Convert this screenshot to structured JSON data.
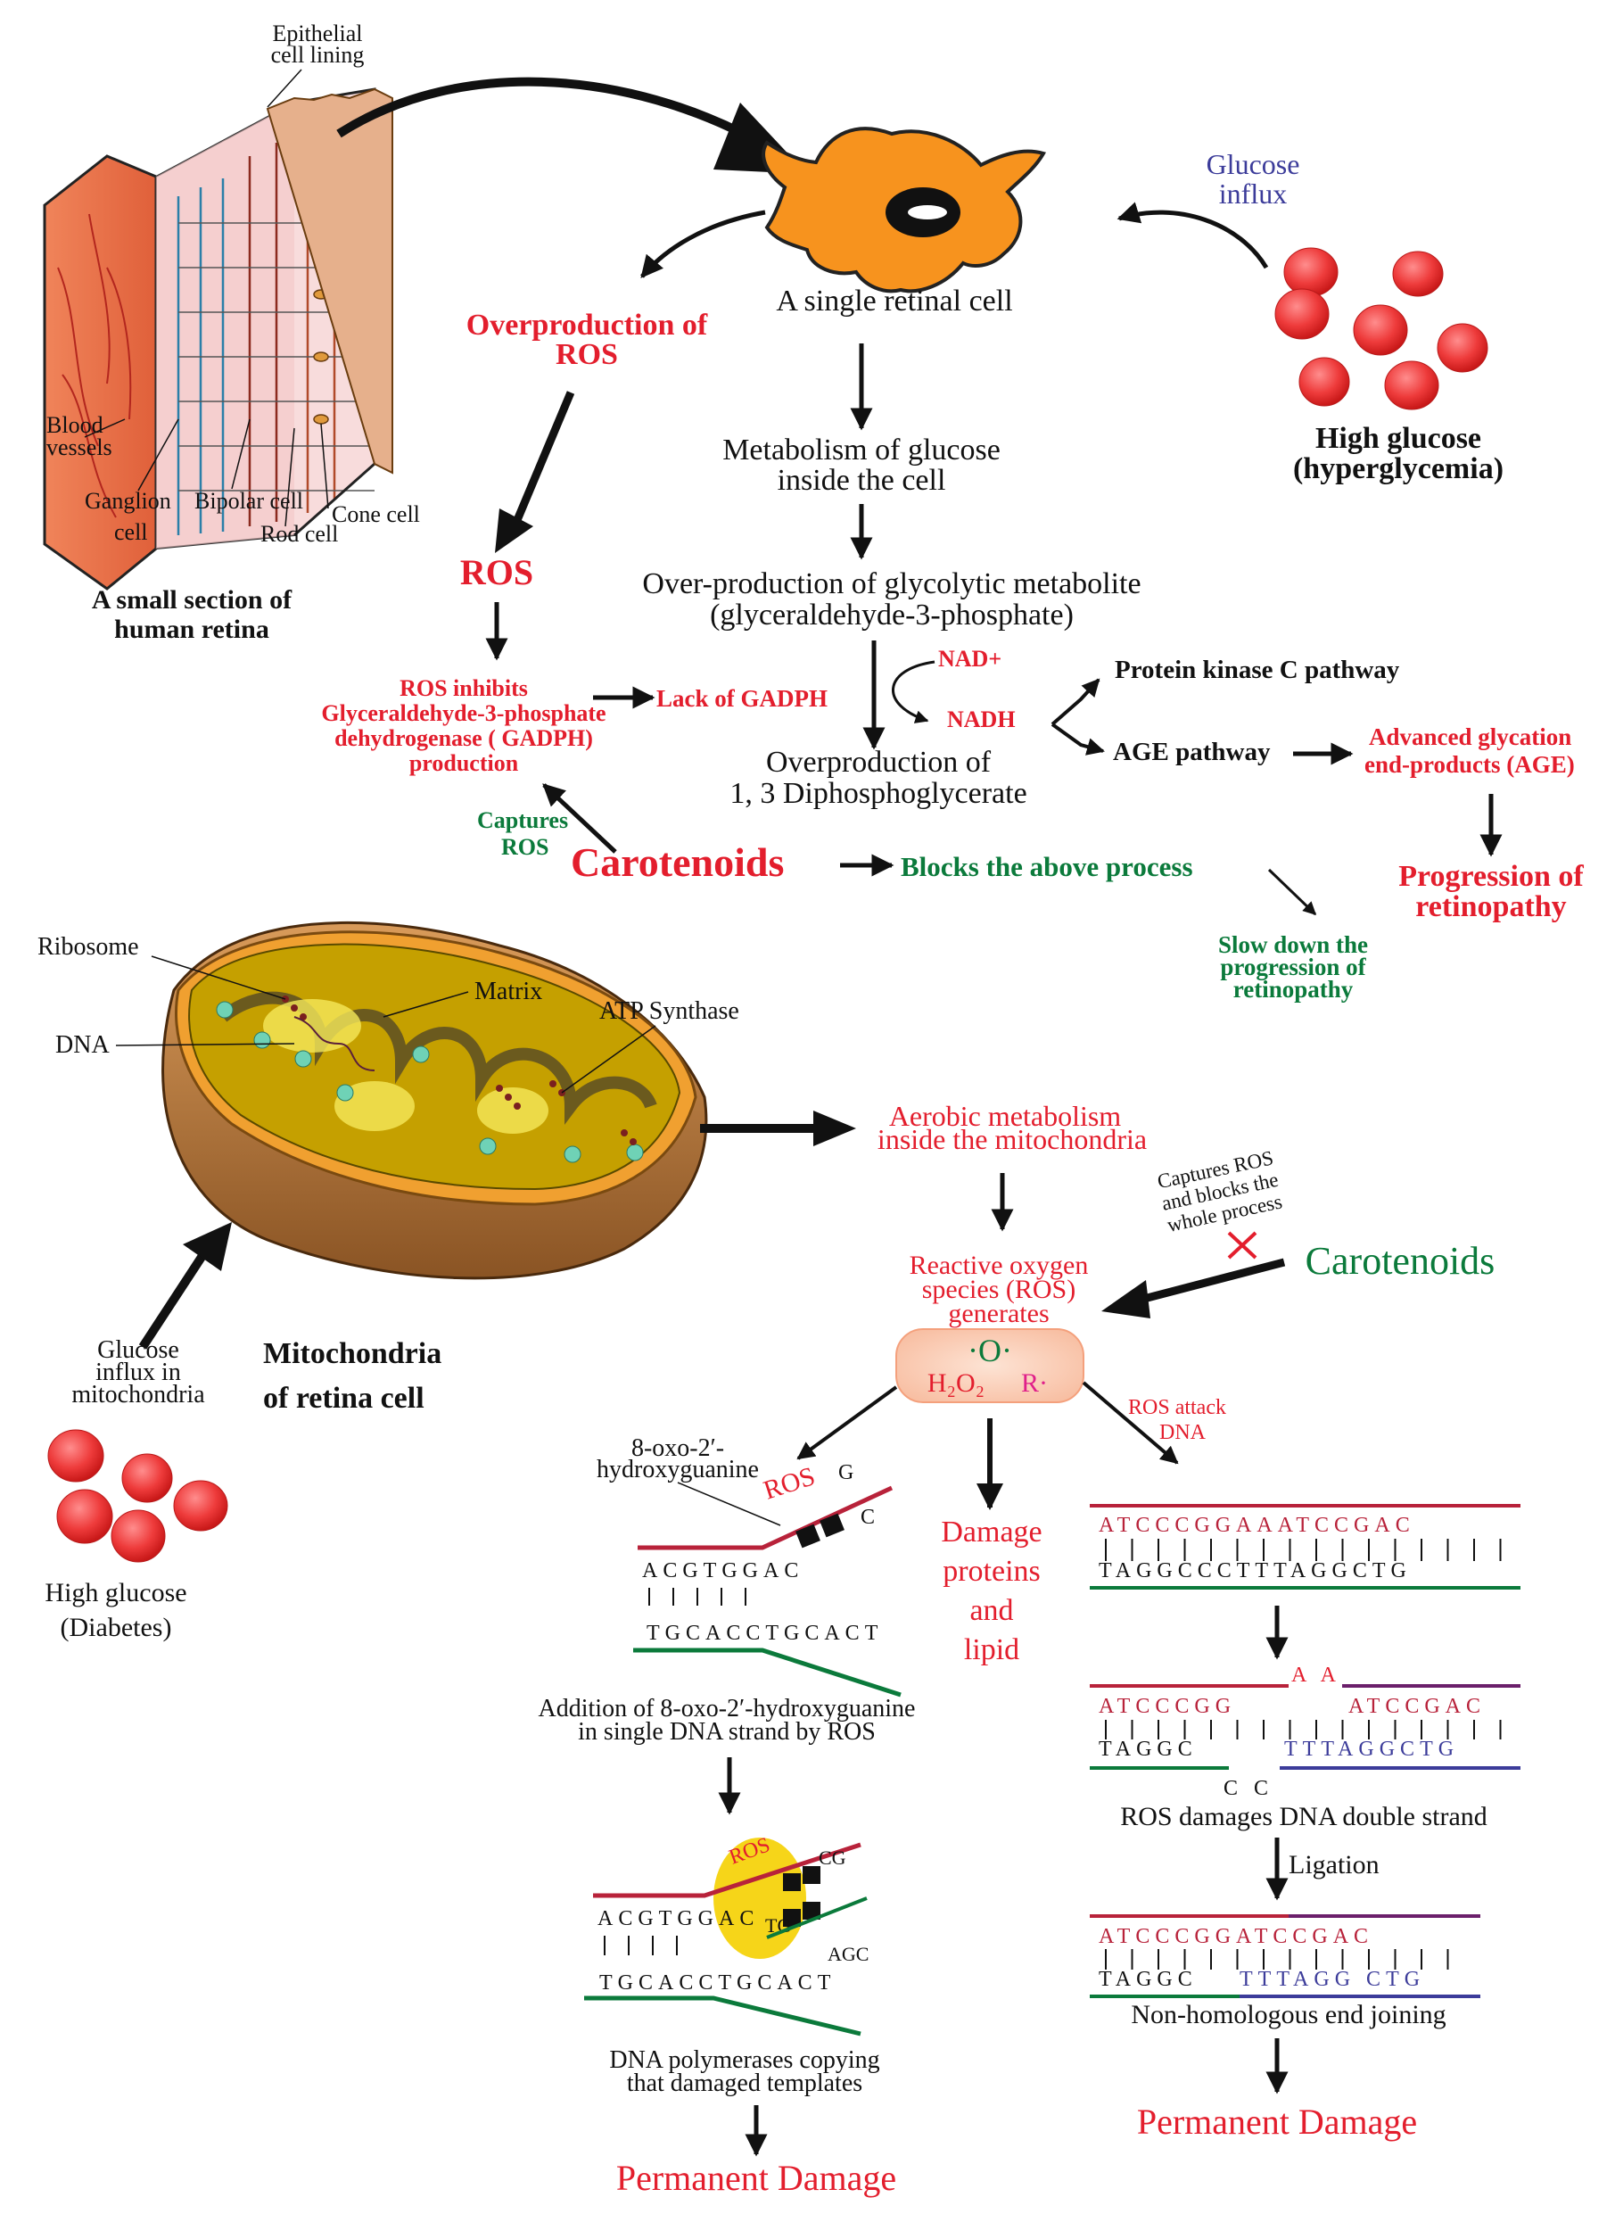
{
  "colors": {
    "red": "#e31e2d",
    "green": "#0b7a3b",
    "blue": "#3c3c9a",
    "cell": "#f7931e",
    "mito": "#c98a4b",
    "yellow": "#f5d000"
  },
  "retina": {
    "epithelial": [
      "Epithelial",
      "cell lining"
    ],
    "blood": [
      "Blood",
      "vessels"
    ],
    "ganglion": [
      "Ganglion",
      "cell"
    ],
    "bipolar": "Bipolar cell",
    "cone": "Cone cell",
    "rod": "Rod cell",
    "caption": [
      "A small section of",
      "human retina"
    ]
  },
  "top": {
    "cell_label": "A single retinal cell",
    "glucose_influx": [
      "Glucose",
      "influx"
    ],
    "high_glucose": [
      "High glucose",
      "(hyperglycemia)"
    ],
    "overproduction_ros": [
      "Overproduction of",
      "ROS"
    ],
    "ros": "ROS",
    "metabolism": [
      "Metabolism of glucose",
      "inside the cell"
    ],
    "glycolytic": [
      "Over-production of glycolytic metabolite",
      "(glyceraldehyde-3-phosphate)"
    ],
    "ros_inhibits": [
      "ROS inhibits",
      "Glyceraldehyde-3-phosphate",
      "dehydrogenase ( GADPH)",
      "production"
    ],
    "lack_gadph": "Lack of GADPH",
    "nad": "NAD+",
    "nadh": "NADH",
    "diphospho": [
      "Overproduction of",
      "1, 3 Diphosphoglycerate"
    ],
    "pkc": "Protein kinase C pathway",
    "age_pathway": "AGE pathway",
    "age_end": [
      "Advanced glycation",
      "end-products (AGE)"
    ],
    "progression": [
      "Progression of",
      "retinopathy"
    ],
    "captures_ros": [
      "Captures",
      "ROS"
    ],
    "carotenoids": "Carotenoids",
    "blocks": "Blocks the above process",
    "slow_down": [
      "Slow down the",
      "progression of",
      "retinopathy"
    ]
  },
  "mito": {
    "ribosome": "Ribosome",
    "matrix": "Matrix",
    "dna": "DNA",
    "atp": "ATP Synthase",
    "glucose_influx": [
      "Glucose",
      "influx in",
      "mitochondria"
    ],
    "title": [
      "Mitochondria",
      "of retina cell"
    ],
    "high_glucose": [
      "High glucose",
      "(Diabetes)"
    ]
  },
  "bottom": {
    "aerobic": [
      "Aerobic metabolism",
      "inside the mitochondria"
    ],
    "captures_blocks": [
      "Captures ROS",
      "and blocks the",
      "whole process"
    ],
    "carotenoids": "Carotenoids",
    "ros_generates": [
      "Reactive oxygen",
      "species (ROS)",
      "generates"
    ],
    "radical_o": "·O·",
    "h2o2": "H₂O₂",
    "r_dot": "R·",
    "oxo_label": [
      "8-oxo-2′-",
      "hydroxyguanine"
    ],
    "ros_tag": "ROS",
    "damage": [
      "Damage",
      "proteins",
      "and",
      "lipid"
    ],
    "ros_attack": [
      "ROS attack",
      "DNA"
    ],
    "addition": [
      "Addition of 8-oxo-2′-hydroxyguanine",
      "in single DNA strand by ROS"
    ],
    "polymerase": [
      "DNA polymerases copying",
      "that damaged templates"
    ],
    "permanent_left": "Permanent Damage",
    "double_strand": "ROS damages DNA double strand",
    "ligation": "Ligation",
    "nhej": "Non-homologous end joining",
    "permanent_right": "Permanent Damage"
  },
  "dna": {
    "s1_top": "ACGTGGAC",
    "s1_bottom": "TGCACCTGCACT",
    "s1_g": "G",
    "s1_c": "C",
    "s2_top": "ACGTGGAC",
    "s2_bottom": "TGCACCTGCACT",
    "s2_cg": "CG",
    "s2_tg": "TG",
    "s2_agc": "AGC",
    "r1_top": "ATCCCGGAAATCCGAC",
    "r1_bottom": "TAGGCCCTTTAGGCTG",
    "r2_top_left": "ATCCCGG",
    "r2_aa": "A A",
    "r2_top_right": "ATCCGAC",
    "r2_bottom_left": "TAGGC",
    "r2_cc": "C   C",
    "r2_bottom_right": "TTTAGGCTG",
    "r3_top": "ATCCCGGATCCGAC",
    "r3_bottom_left": "TAGGC",
    "r3_bottom_right": "TTTAGG CTG"
  }
}
